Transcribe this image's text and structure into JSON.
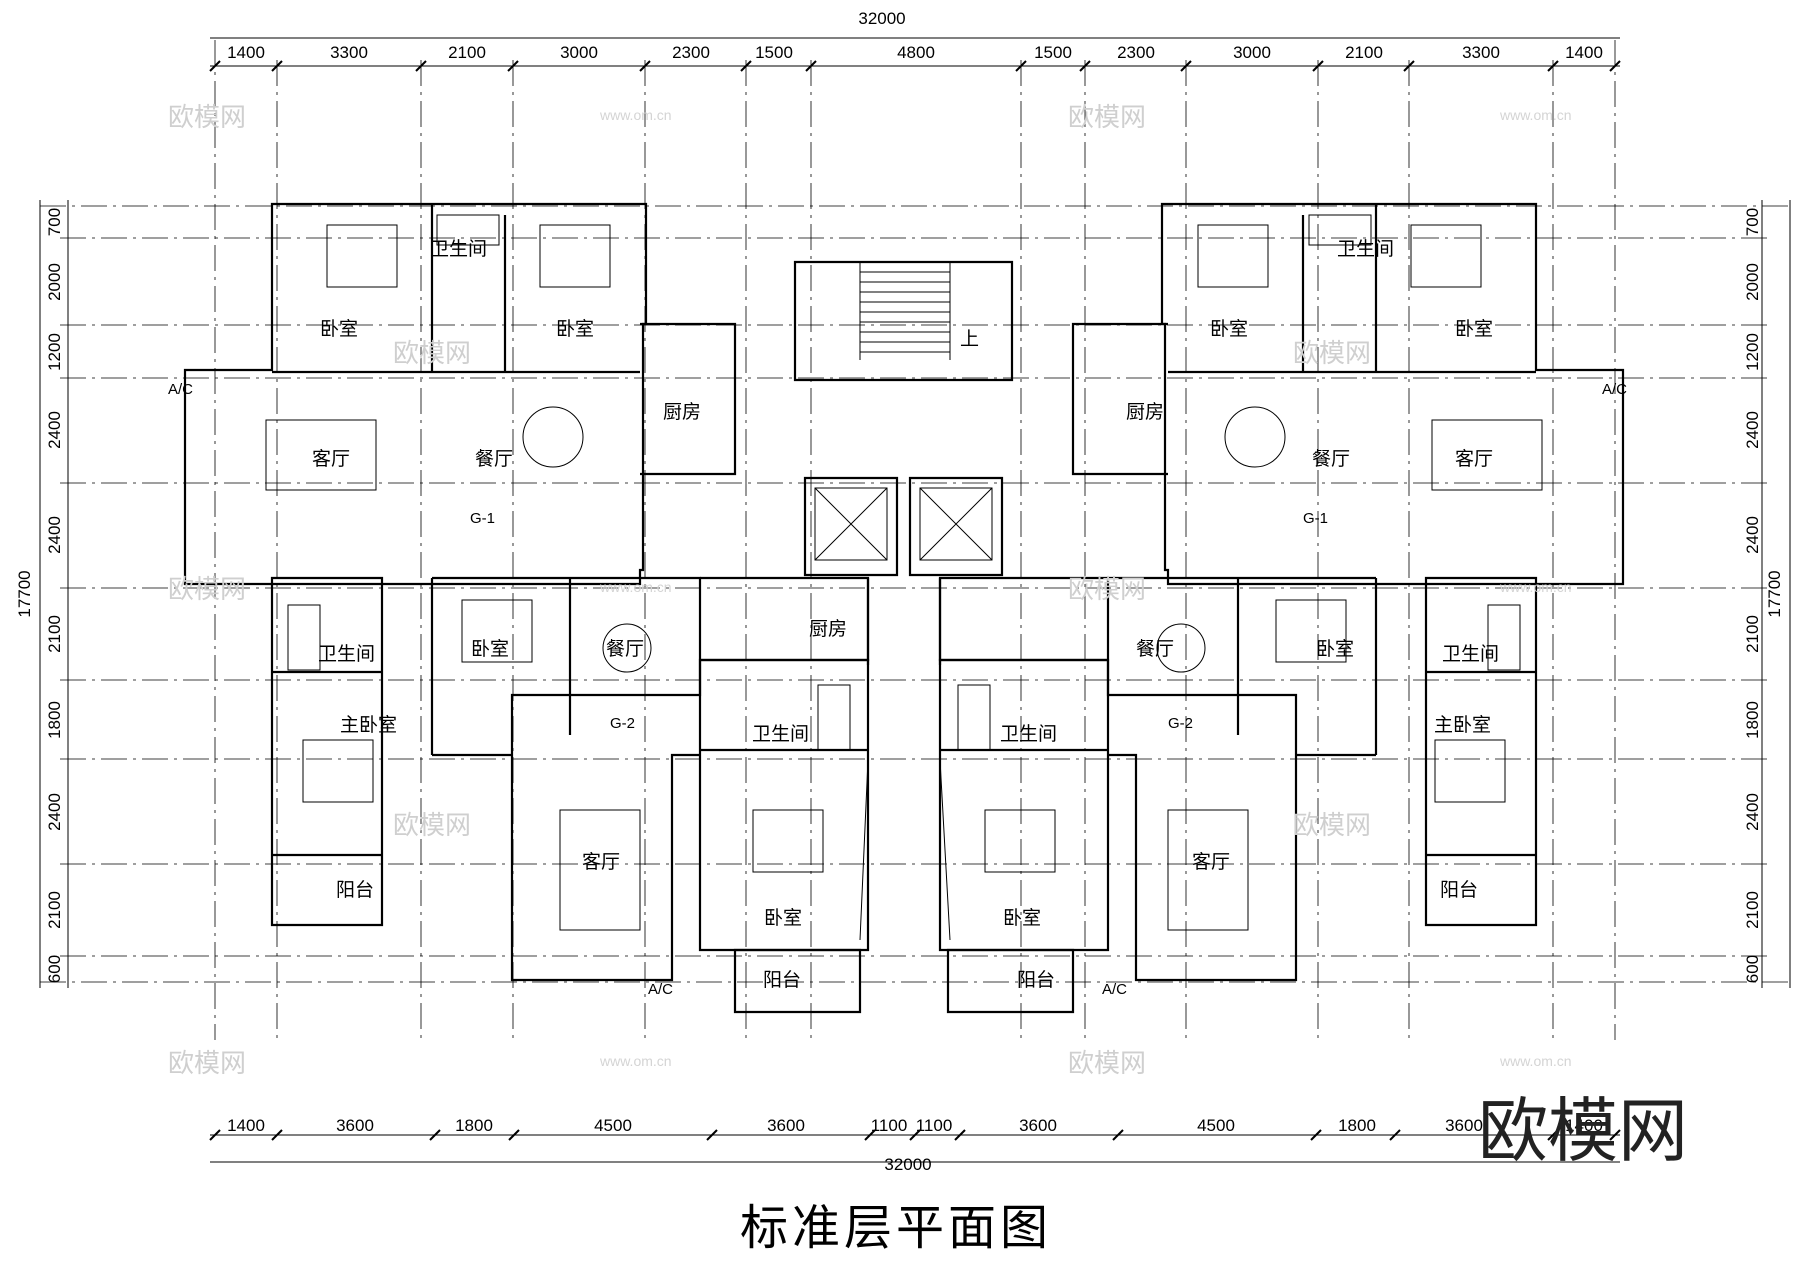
{
  "drawing": {
    "title": "标准层平面图",
    "overall_width": "32000",
    "overall_depth": "17700",
    "top_dims": [
      "1400",
      "3300",
      "2100",
      "3000",
      "2300",
      "1500",
      "4800",
      "1500",
      "2300",
      "3000",
      "2100",
      "3300",
      "1400"
    ],
    "bottom_dims": [
      "1400",
      "3600",
      "1800",
      "4500",
      "3600",
      "1100",
      "1100",
      "3600",
      "4500",
      "1800",
      "3600",
      "1400"
    ],
    "side_dims": [
      "700",
      "2000",
      "1200",
      "2400",
      "2400",
      "2100",
      "1800",
      "2400",
      "2100",
      "600"
    ],
    "unit_tags": {
      "g1": "G-1",
      "g2": "G-2",
      "ac": "A/C"
    },
    "stair_label": "上"
  },
  "rooms": {
    "bedroom": "卧室",
    "master_bedroom": "主卧室",
    "bathroom": "卫生间",
    "living": "客厅",
    "dining": "餐厅",
    "kitchen": "厨房",
    "balcony": "阳台"
  },
  "watermark": {
    "logo_text": "欧模网",
    "url": "www.om.cn"
  }
}
